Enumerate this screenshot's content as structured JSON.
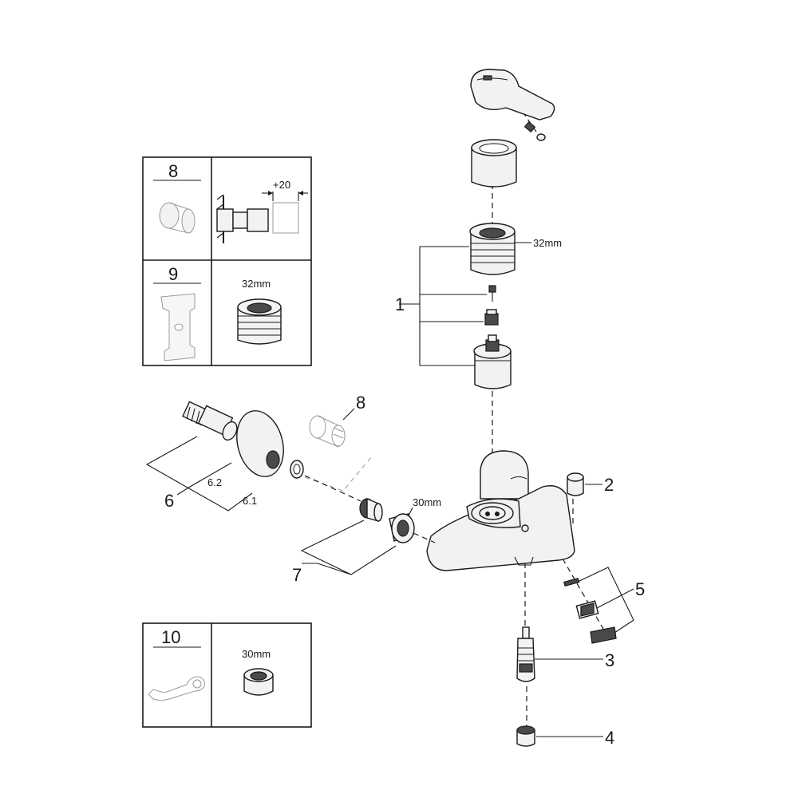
{
  "labels": {
    "p1": "1",
    "p2": "2",
    "p3": "3",
    "p4": "4",
    "p5": "5",
    "p6": "6",
    "p6_1": "6.1",
    "p6_2": "6.2",
    "p7": "7",
    "p8": "8",
    "p8_box": "8",
    "p9_box": "9",
    "p10_box": "10"
  },
  "dimensions": {
    "cartridge_size": "32mm",
    "nut_size": "30mm",
    "extension": "+20",
    "box9_size": "32mm",
    "box10_size": "30mm"
  }
}
